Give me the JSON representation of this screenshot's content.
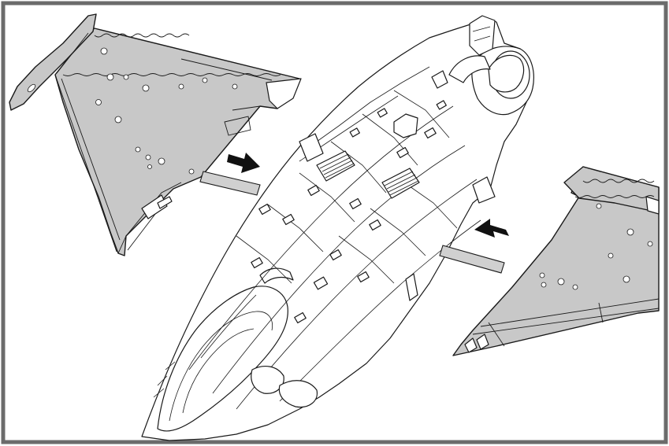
{
  "diagram": {
    "kind": "model-assembly-instruction",
    "step": "attach-wings-to-fuselage",
    "colors": {
      "frame": "#6b6b6b",
      "wing_fill": "#c8c8c8",
      "spar_fill": "#d0d0d0",
      "arrow": "#111111",
      "line": "#1a1a1a"
    },
    "parts": [
      "left-wing",
      "right-wing",
      "fuselage",
      "left-wing-spar",
      "right-wing-spar"
    ],
    "arrows": [
      {
        "name": "left-insert-arrow",
        "direction": "right"
      },
      {
        "name": "right-insert-arrow",
        "direction": "left"
      }
    ]
  }
}
